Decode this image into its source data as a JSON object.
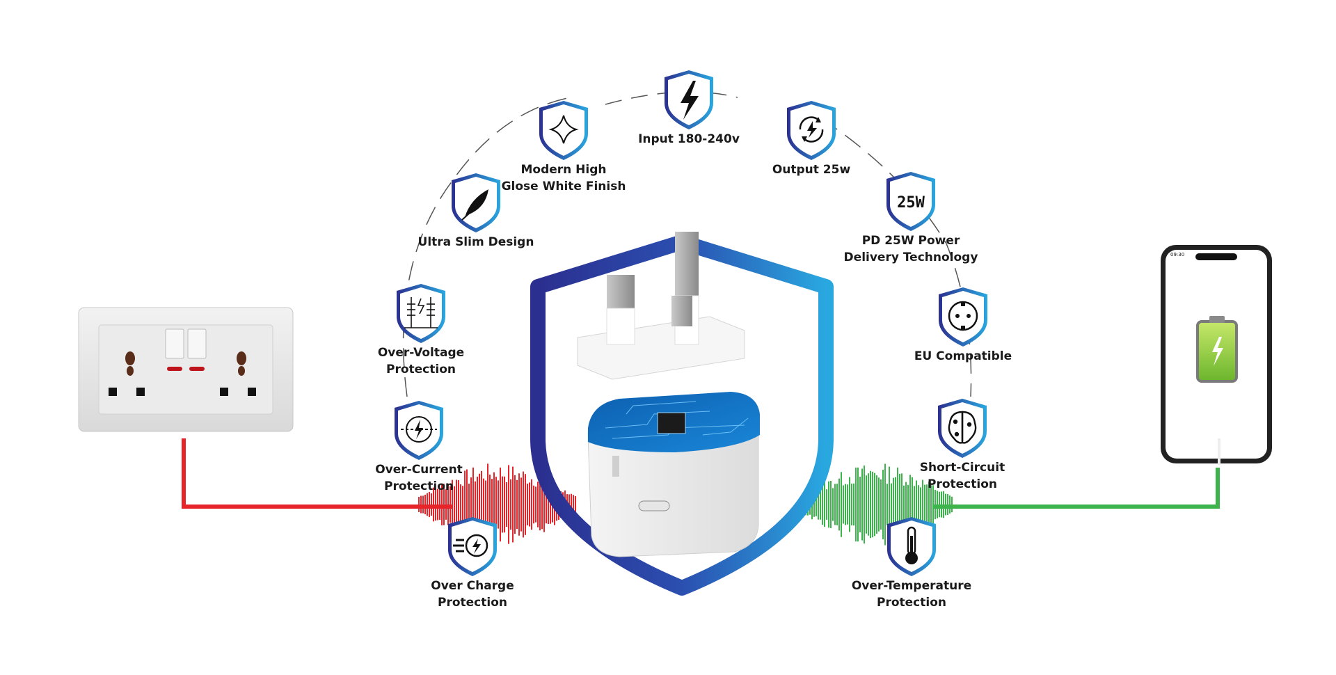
{
  "features": {
    "input": {
      "label": "Input 180-240v",
      "icon": "lightning-bolt-icon"
    },
    "finish": {
      "label_line1": "Modern High",
      "label_line2": "Glose White Finish",
      "icon": "sparkle-star-icon"
    },
    "slim": {
      "label": "Ultra Slim Design",
      "icon": "feather-icon"
    },
    "overvolt": {
      "label_line1": "Over-Voltage",
      "label_line2": "Protection",
      "icon": "voltage-components-icon"
    },
    "overcurr": {
      "label_line1": "Over-Current",
      "label_line2": "Protection",
      "icon": "current-flow-icon"
    },
    "overcharge": {
      "label_line1": "Over Charge",
      "label_line2": "Protection",
      "icon": "fast-charge-icon"
    },
    "output": {
      "label": "Output 25w",
      "icon": "power-cycle-icon"
    },
    "pd": {
      "badge_text": "25W",
      "label_line1": "PD 25W Power",
      "label_line2": "Delivery Technology",
      "icon": "25w-badge-icon"
    },
    "eu": {
      "label": "EU Compatible",
      "icon": "eu-socket-icon"
    },
    "short": {
      "label_line1": "Short-Circuit",
      "label_line2": "Protection",
      "icon": "circuit-brain-icon"
    },
    "overtemp": {
      "label_line1": "Over-Temperature",
      "label_line2": "Protection",
      "icon": "thermometer-icon"
    }
  },
  "phone": {
    "time": "09:30",
    "icon": "battery-charging-icon"
  },
  "colors": {
    "shield_dark": "#2b2f8f",
    "shield_light": "#29a8e0",
    "input_line": "#e8242b",
    "output_line": "#3cb44b",
    "text": "#1a1a1a"
  }
}
